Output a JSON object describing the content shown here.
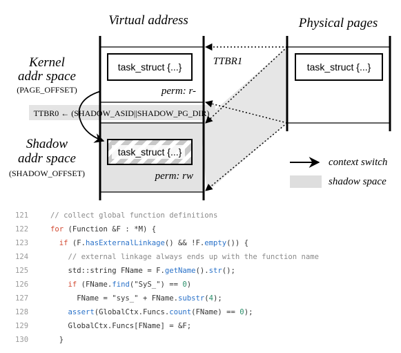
{
  "diagram": {
    "virtual_header": "Virtual address",
    "physical_header": "Physical pages",
    "kernel_label_line1": "Kernel",
    "kernel_label_line2": "addr space",
    "kernel_sublabel": "(PAGE_OFFSET)",
    "shadow_label_line1": "Shadow",
    "shadow_label_line2": "addr space",
    "shadow_sublabel": "(SHADOW_OFFSET)",
    "kernel_task_struct": "task_struct {...}",
    "kernel_perm": "perm: r-",
    "shadow_task_struct": "task_struct {...}",
    "shadow_perm": "perm: rw",
    "physical_task_struct": "task_struct {...}",
    "ttbr1_label": "TTBR1",
    "ttbr0_label": "TTBR0 ← (SHADOW_ASID||SHADOW_PG_DIR)",
    "legend_context_switch": "context switch",
    "legend_shadow_space": "shadow space"
  },
  "code": {
    "lines": [
      {
        "num": "121",
        "tokens": [
          {
            "c": "cm",
            "t": "// collect global function definitions"
          }
        ]
      },
      {
        "num": "122",
        "tokens": [
          {
            "c": "kw",
            "t": "for"
          },
          {
            "c": "",
            "t": " (Function &F : *M) {"
          }
        ]
      },
      {
        "num": "123",
        "tokens": [
          {
            "c": "",
            "t": "  "
          },
          {
            "c": "kw",
            "t": "if"
          },
          {
            "c": "",
            "t": " (F."
          },
          {
            "c": "fn",
            "t": "hasExternalLinkage"
          },
          {
            "c": "",
            "t": "() && !F."
          },
          {
            "c": "fn",
            "t": "empty"
          },
          {
            "c": "",
            "t": "()) {"
          }
        ]
      },
      {
        "num": "124",
        "tokens": [
          {
            "c": "",
            "t": "    "
          },
          {
            "c": "cm",
            "t": "// external linkage always ends up with the function name"
          }
        ]
      },
      {
        "num": "125",
        "tokens": [
          {
            "c": "",
            "t": "    std::string FName = F."
          },
          {
            "c": "fn",
            "t": "getName"
          },
          {
            "c": "",
            "t": "()."
          },
          {
            "c": "fn",
            "t": "str"
          },
          {
            "c": "",
            "t": "();"
          }
        ]
      },
      {
        "num": "126",
        "tokens": [
          {
            "c": "",
            "t": "    "
          },
          {
            "c": "kw",
            "t": "if"
          },
          {
            "c": "",
            "t": " (FName."
          },
          {
            "c": "fn",
            "t": "find"
          },
          {
            "c": "",
            "t": "("
          },
          {
            "c": "st",
            "t": "\"SyS_\""
          },
          {
            "c": "",
            "t": ") == "
          },
          {
            "c": "nu",
            "t": "0"
          },
          {
            "c": "",
            "t": ")"
          }
        ]
      },
      {
        "num": "127",
        "tokens": [
          {
            "c": "",
            "t": "      FName = "
          },
          {
            "c": "st",
            "t": "\"sys_\""
          },
          {
            "c": "",
            "t": " + FName."
          },
          {
            "c": "fn",
            "t": "substr"
          },
          {
            "c": "",
            "t": "("
          },
          {
            "c": "nu",
            "t": "4"
          },
          {
            "c": "",
            "t": ");"
          }
        ]
      },
      {
        "num": "128",
        "tokens": [
          {
            "c": "",
            "t": "    "
          },
          {
            "c": "fn",
            "t": "assert"
          },
          {
            "c": "",
            "t": "(GlobalCtx.Funcs."
          },
          {
            "c": "fn",
            "t": "count"
          },
          {
            "c": "",
            "t": "(FName) == "
          },
          {
            "c": "nu",
            "t": "0"
          },
          {
            "c": "",
            "t": ");"
          }
        ]
      },
      {
        "num": "129",
        "tokens": [
          {
            "c": "",
            "t": "    GlobalCtx.Funcs[FName] = &F;"
          }
        ]
      },
      {
        "num": "130",
        "tokens": [
          {
            "c": "",
            "t": "  }"
          }
        ]
      }
    ]
  }
}
